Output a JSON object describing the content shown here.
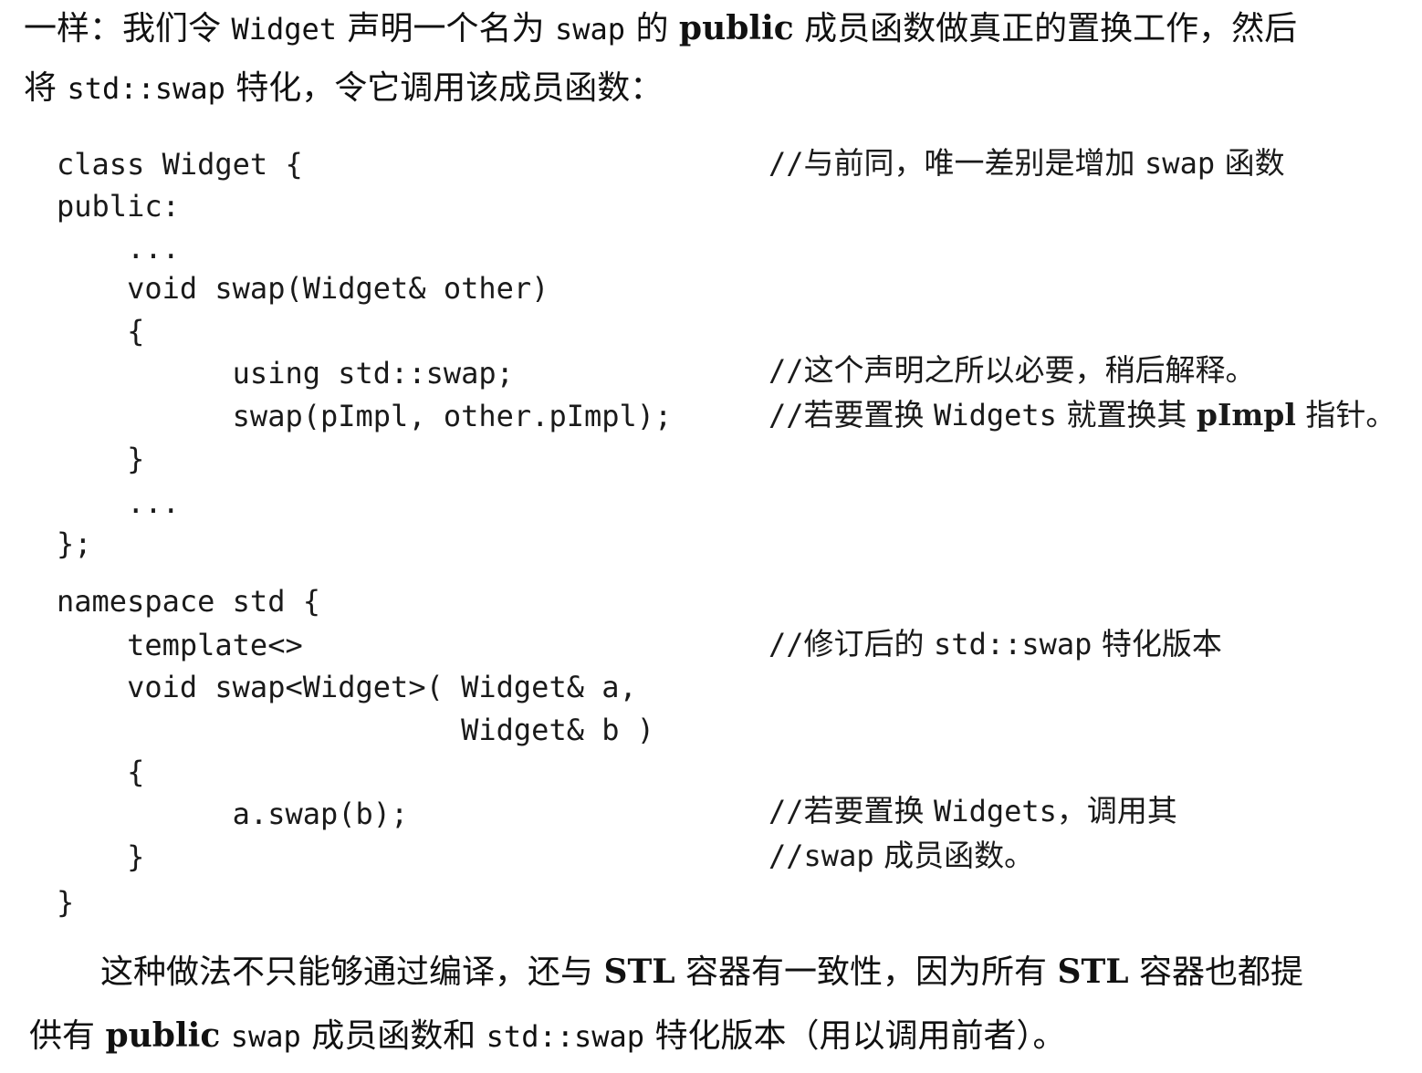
{
  "intro": {
    "line1": [
      "一样：我们令 ",
      "Widget",
      " 声明一个名为 ",
      "swap",
      " 的 ",
      "public",
      " 成员函数做真正的置换工作，然后"
    ],
    "line2": [
      "将 ",
      "std::swap",
      " 特化，令它调用该成员函数："
    ]
  },
  "code": {
    "lines": [
      "class Widget {",
      "public:",
      "    ...",
      "    void swap(Widget& other)",
      "    {",
      "          using std::swap;",
      "          swap(pImpl, other.pImpl);",
      "    }",
      "    ...",
      "};",
      "namespace std {",
      "    template<>",
      "    void swap<Widget>( Widget& a,",
      "                       Widget& b )",
      "    {",
      "          a.swap(b);",
      "    }",
      "}"
    ]
  },
  "comments": {
    "c1": [
      "//",
      "与前同，唯一差别是增加 ",
      "swap",
      " 函数"
    ],
    "c2": [
      "//",
      "这个声明之所以必要，稍后解释。"
    ],
    "c3": [
      "//",
      "若要置换 ",
      "Widgets",
      " 就置换其 ",
      "pImpl",
      " 指针。"
    ],
    "c4": [
      "//",
      "修订后的 ",
      "std::swap",
      " 特化版本"
    ],
    "c5": [
      "//",
      "若要置换 ",
      "Widgets",
      "，调用其"
    ],
    "c6": [
      "//",
      "swap",
      " 成员函数。"
    ]
  },
  "outro": {
    "line1": [
      "这种做法不只能够通过编译，还与 ",
      "STL",
      " 容器有一致性，因为所有 ",
      "STL",
      " 容器也都提"
    ],
    "line2": [
      "供有 ",
      "public",
      " ",
      "swap",
      " 成员函数和 ",
      "std::swap",
      " 特化版本（用以调用前者）。"
    ]
  }
}
